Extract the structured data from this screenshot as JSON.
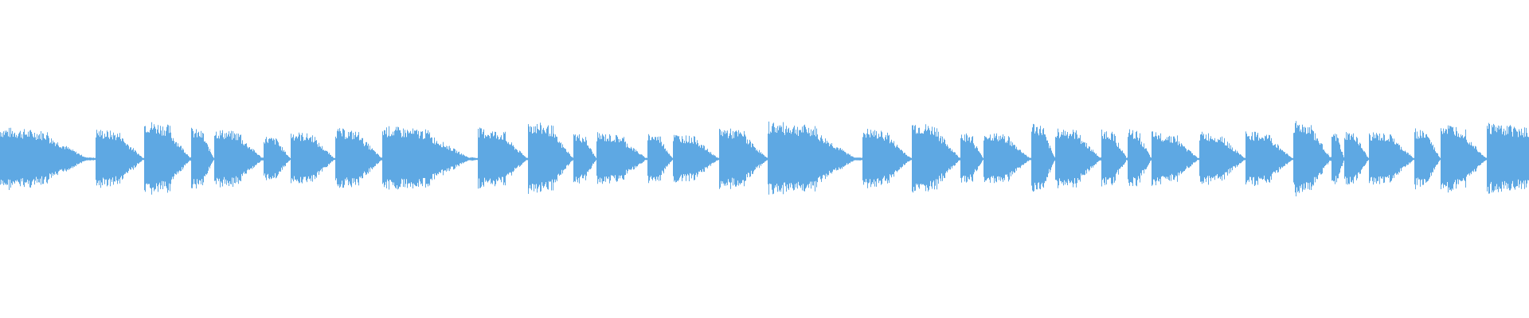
{
  "waveform": {
    "color": "#5ea8e3",
    "background": "#ffffff",
    "onsets": [
      0.0,
      0.0625,
      0.094,
      0.125,
      0.14,
      0.172,
      0.19,
      0.219,
      0.25,
      0.3125,
      0.345,
      0.375,
      0.39,
      0.423,
      0.44,
      0.47,
      0.502,
      0.564,
      0.596,
      0.628,
      0.643,
      0.674,
      0.69,
      0.72,
      0.737,
      0.753,
      0.784,
      0.8145,
      0.8455,
      0.8705,
      0.879,
      0.895,
      0.925,
      0.942,
      0.972
    ],
    "amplitudes": [
      0.82,
      0.78,
      1.0,
      0.8,
      0.78,
      0.6,
      0.72,
      0.8,
      0.85,
      0.8,
      0.98,
      0.68,
      0.68,
      0.68,
      0.65,
      0.82,
      0.97,
      0.79,
      0.96,
      0.7,
      0.7,
      0.95,
      0.82,
      0.78,
      0.78,
      0.7,
      0.7,
      0.72,
      1.0,
      0.7,
      0.72,
      0.7,
      0.8,
      0.92,
      0.95
    ],
    "decay_length": 0.058
  }
}
